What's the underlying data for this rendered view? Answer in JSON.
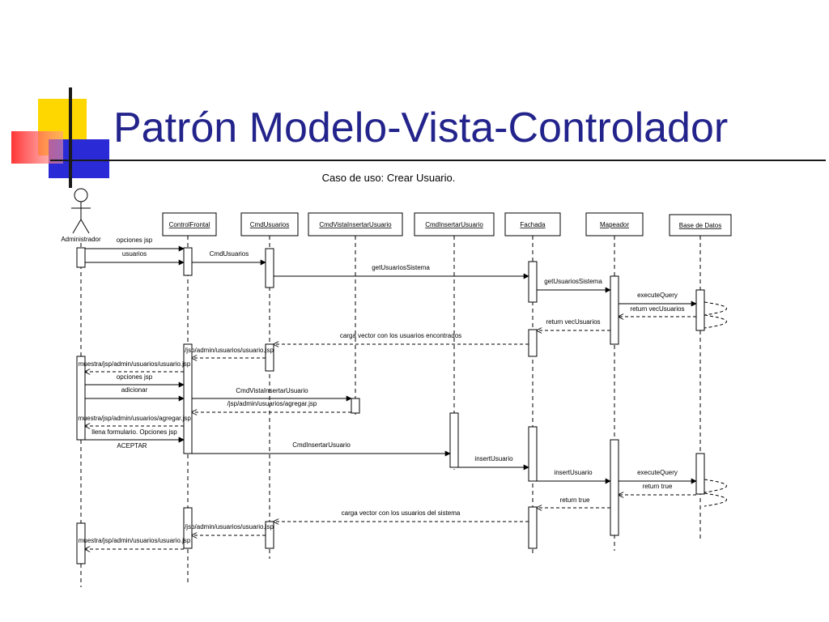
{
  "slide": {
    "title": "Patrón Modelo-Vista-Controlador",
    "subtitle": "Caso de uso: Crear Usuario."
  },
  "actor": {
    "name": "Administrador"
  },
  "lifelines": [
    {
      "id": "admin",
      "label": ""
    },
    {
      "id": "cf",
      "label": "ControlFrontal"
    },
    {
      "id": "cu",
      "label": "CmdUsuarios"
    },
    {
      "id": "cv",
      "label": "CmdVistaInsertarUsuario"
    },
    {
      "id": "ci",
      "label": "CmdInsertarUsuario"
    },
    {
      "id": "fa",
      "label": "Fachada"
    },
    {
      "id": "ma",
      "label": "Mapeador"
    },
    {
      "id": "bd",
      "label": "Base de Datos"
    }
  ],
  "messages": [
    {
      "from": "admin",
      "to": "cf",
      "label": "opciones jsp",
      "kind": "sync"
    },
    {
      "from": "admin",
      "to": "cf",
      "label": "usuarios",
      "kind": "sync"
    },
    {
      "from": "cf",
      "to": "cu",
      "label": "CmdUsuarios",
      "kind": "sync"
    },
    {
      "from": "cu",
      "to": "fa",
      "label": "getUsuariosSistema",
      "kind": "sync"
    },
    {
      "from": "fa",
      "to": "ma",
      "label": "getUsuariosSistema",
      "kind": "sync"
    },
    {
      "from": "ma",
      "to": "bd",
      "label": "executeQuery",
      "kind": "sync"
    },
    {
      "from": "bd",
      "to": "ma",
      "label": "return vecUsuarios",
      "kind": "return"
    },
    {
      "from": "ma",
      "to": "fa",
      "label": "return vecUsuarios",
      "kind": "return"
    },
    {
      "from": "fa",
      "to": "cu",
      "label": "carga vector con los usuarios encontrados",
      "kind": "return"
    },
    {
      "from": "cu",
      "to": "cf",
      "label": "/jsp/admin/usuarios/usuario.jsp",
      "kind": "return"
    },
    {
      "from": "cf",
      "to": "admin",
      "label": "muestra/jsp/admin/usuarios/usuario.jsp",
      "kind": "return"
    },
    {
      "from": "admin",
      "to": "cf",
      "label": "opciones jsp",
      "kind": "sync"
    },
    {
      "from": "admin",
      "to": "cf",
      "label": "adicionar",
      "kind": "sync"
    },
    {
      "from": "cf",
      "to": "cv",
      "label": "CmdVistaInsertarUsuario",
      "kind": "sync"
    },
    {
      "from": "cv",
      "to": "cf",
      "label": "/jsp/admin/usuarios/agregar.jsp",
      "kind": "return"
    },
    {
      "from": "cf",
      "to": "admin",
      "label": "muestra/jsp/admin/usuarios/agregar.jsp",
      "kind": "return"
    },
    {
      "from": "admin",
      "to": "cf",
      "label": "llena formulario. Opciones jsp",
      "kind": "sync"
    },
    {
      "from": "admin",
      "to": "cf",
      "label": "ACEPTAR",
      "kind": "sync"
    },
    {
      "from": "cf",
      "to": "ci",
      "label": "CmdInsertarUsuario",
      "kind": "sync"
    },
    {
      "from": "ci",
      "to": "fa",
      "label": "insertUsuario",
      "kind": "sync"
    },
    {
      "from": "fa",
      "to": "ma",
      "label": "insertUsuario",
      "kind": "sync"
    },
    {
      "from": "ma",
      "to": "bd",
      "label": "executeQuery",
      "kind": "sync"
    },
    {
      "from": "bd",
      "to": "ma",
      "label": "return true",
      "kind": "return"
    },
    {
      "from": "ma",
      "to": "fa",
      "label": "return true",
      "kind": "return"
    },
    {
      "from": "fa",
      "to": "cu",
      "label": "carga vector con los usuarios del sistema",
      "kind": "return"
    },
    {
      "from": "cu",
      "to": "cf",
      "label": "/jsp/admin/usuarios/usuario.jsp",
      "kind": "return"
    },
    {
      "from": "cf",
      "to": "admin",
      "label": "muestra/jsp/admin/usuarios/usuario.jsp",
      "kind": "return"
    }
  ],
  "colors": {
    "title": "#23238c",
    "deco_yellow": "#ffd700",
    "deco_blue": "#2a2ad6",
    "deco_red": "#ff2a2a",
    "line": "#000000"
  }
}
